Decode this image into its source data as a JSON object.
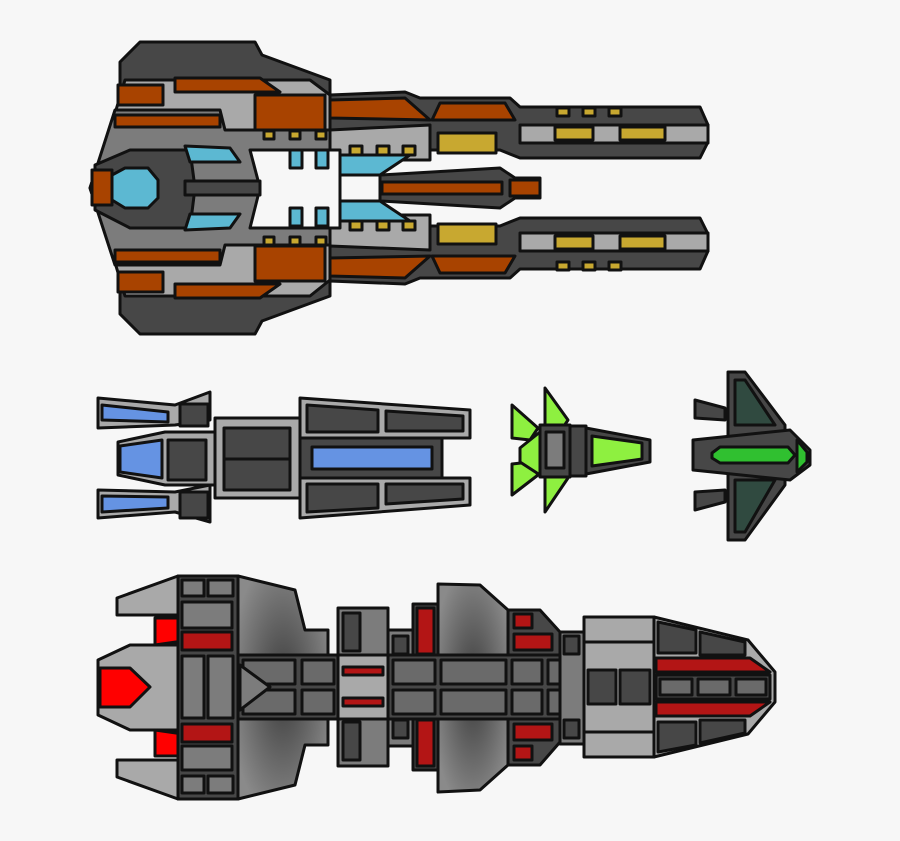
{
  "colors": {
    "background": "#f7f7f7",
    "hull_dark": "#474747",
    "hull_mid": "#7c7c7c",
    "hull_light": "#a9a9a9",
    "rust": "#a84300",
    "ice_blue": "#5cb8d2",
    "gold": "#c8a830",
    "blue": "#6593e3",
    "lime": "#8ef040",
    "dark_green": "#304a40",
    "bright_green": "#30c030",
    "red": "#ff0000",
    "dark_red": "#b31515"
  },
  "ships": [
    {
      "id": "heavy-cruiser-rust"
    },
    {
      "id": "blue-frigate"
    },
    {
      "id": "green-fighter"
    },
    {
      "id": "dark-green-interceptor"
    },
    {
      "id": "red-battleship"
    }
  ]
}
